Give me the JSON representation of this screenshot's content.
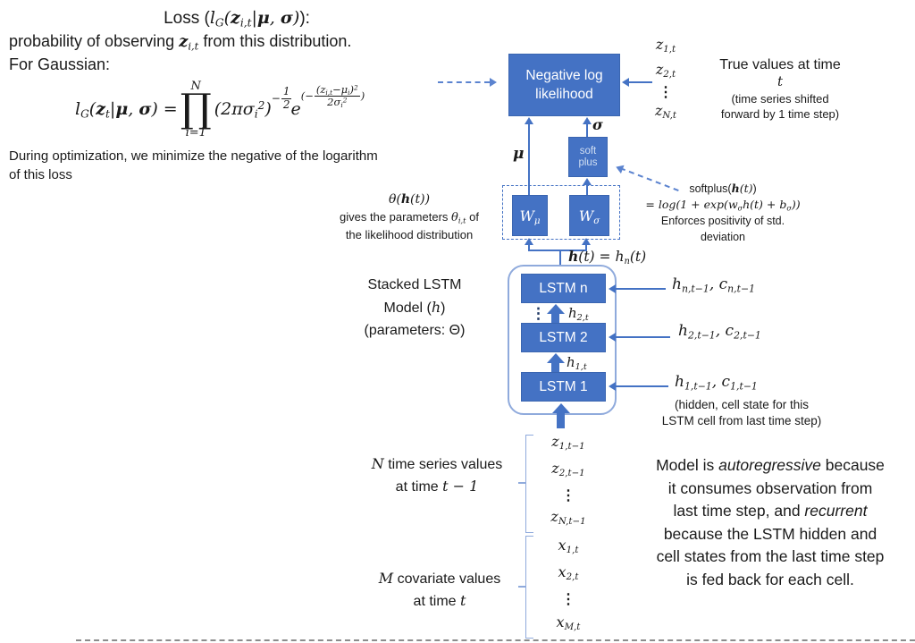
{
  "colors": {
    "box_blue": "#4472C4",
    "light_blue": "#8faadc",
    "dashed_blue": "#5b83cf",
    "softplus_text": "#d0def2",
    "dots_dark": "#1f3864",
    "bottom_line": "#8c8c8c"
  },
  "header": {
    "title": "Loss (~l_{G}(**z**_{i,t}|**μ**, **σ**)~):",
    "line2": "probability of observing **z**~_{i,t}~ from this distribution.",
    "line3": "For Gaussian:",
    "during1": "During optimization, we minimize the negative of the logarithm",
    "during2": "of this loss"
  },
  "formula": {
    "lhs": "l_{G}(**z**_{t}|**μ**, **σ**) =",
    "prod_top": "N",
    "prod_sym": "∏",
    "prod_bot": "i=1",
    "base": "(2πσ_{i}^{2})",
    "exp_minus": "−",
    "exp_num": "1",
    "exp_den": "2",
    "e": "e",
    "sup_open": "(−",
    "sup_num": "(z_{i,t}−μ_{i})^{2}",
    "sup_den": "2σ_{i}^{2}",
    "sup_close": ")"
  },
  "nll_box": {
    "line1": "Negative log",
    "line2": "likelihood"
  },
  "mu_label": "**μ**",
  "sigma_label": "**σ**",
  "softplus_box": {
    "line1": "soft",
    "line2": "plus"
  },
  "w_mu": "W_{μ}",
  "w_sigma": "W_{σ}",
  "theta_note": {
    "line1": "~θ(**h**(t))~",
    "line2": "gives the parameters ~θ_{i,t}~ of",
    "line3": "the likelihood distribution"
  },
  "softplus_note": {
    "line1": "softplus(**h**~(t)~)",
    "line2": "~= log(1 + exp(w_{σ}h(t) + b_{σ}))~",
    "line3": "Enforces positivity of std.",
    "line4": "deviation"
  },
  "h_t_label": "**h**(t) = h_{n}(t)",
  "stacked_note": {
    "line1": "Stacked LSTM",
    "line2": "Model (~h~)",
    "line3": "(parameters: Θ)"
  },
  "lstm_boxes": [
    "LSTM n",
    "LSTM 2",
    "LSTM 1"
  ],
  "lstm_dots": "⋮",
  "h2t": "h_{2,t}",
  "h1t": "h_{1,t}",
  "true_note": {
    "line1": "True values at time",
    "line2": "~t~",
    "line3": "(time series shifted",
    "line4": "forward by 1 time step)"
  },
  "z_top": [
    "z_{1,t}",
    "z_{2,t}",
    "⋮",
    "z_{N,t}"
  ],
  "hc_labels": [
    "h_{n,t−1}, c_{n,t−1}",
    "h_{2,t−1}, c_{2,t−1}",
    "h_{1,t−1}, c_{1,t−1}"
  ],
  "hidden_note": {
    "line1": "(hidden, cell state for this",
    "line2": "LSTM cell from last time step)"
  },
  "z_bottom": [
    "z_{1,t−1}",
    "z_{2,t−1}",
    "⋮",
    "z_{N,t−1}"
  ],
  "x_bottom": [
    "x_{1,t}",
    "x_{2,t}",
    "⋮",
    "x_{M,t}"
  ],
  "n_series": {
    "line1": "~N~ time series values",
    "line2": "at time ~t − 1~"
  },
  "m_cov": {
    "line1": "~M~ covariate values",
    "line2": "at time ~t~"
  },
  "auto_note": {
    "line1": "Model is *autoregressive* because",
    "line2": "it consumes observation from",
    "line3": "last time step, and *recurrent*",
    "line4": "because the LSTM hidden and",
    "line5": "cell states from the last time step",
    "line6": "is fed back for each cell."
  }
}
